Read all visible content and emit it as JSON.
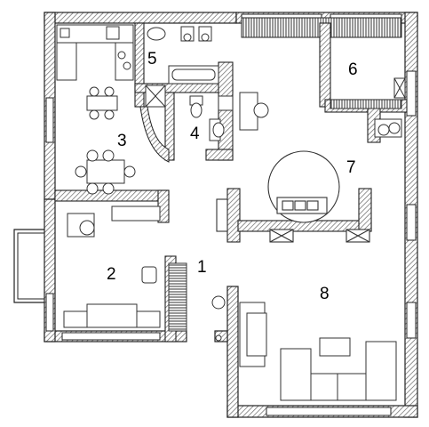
{
  "rooms": [
    {
      "id": "1",
      "label": "1"
    },
    {
      "id": "2",
      "label": "2"
    },
    {
      "id": "3",
      "label": "3"
    },
    {
      "id": "4",
      "label": "4"
    },
    {
      "id": "5",
      "label": "5"
    },
    {
      "id": "6",
      "label": "6"
    },
    {
      "id": "7",
      "label": "7"
    },
    {
      "id": "8",
      "label": "8"
    }
  ],
  "colors": {
    "wall_fill": "#ffffff",
    "wall_hatch": "#777777",
    "line": "#222222",
    "furniture": "#333333"
  }
}
